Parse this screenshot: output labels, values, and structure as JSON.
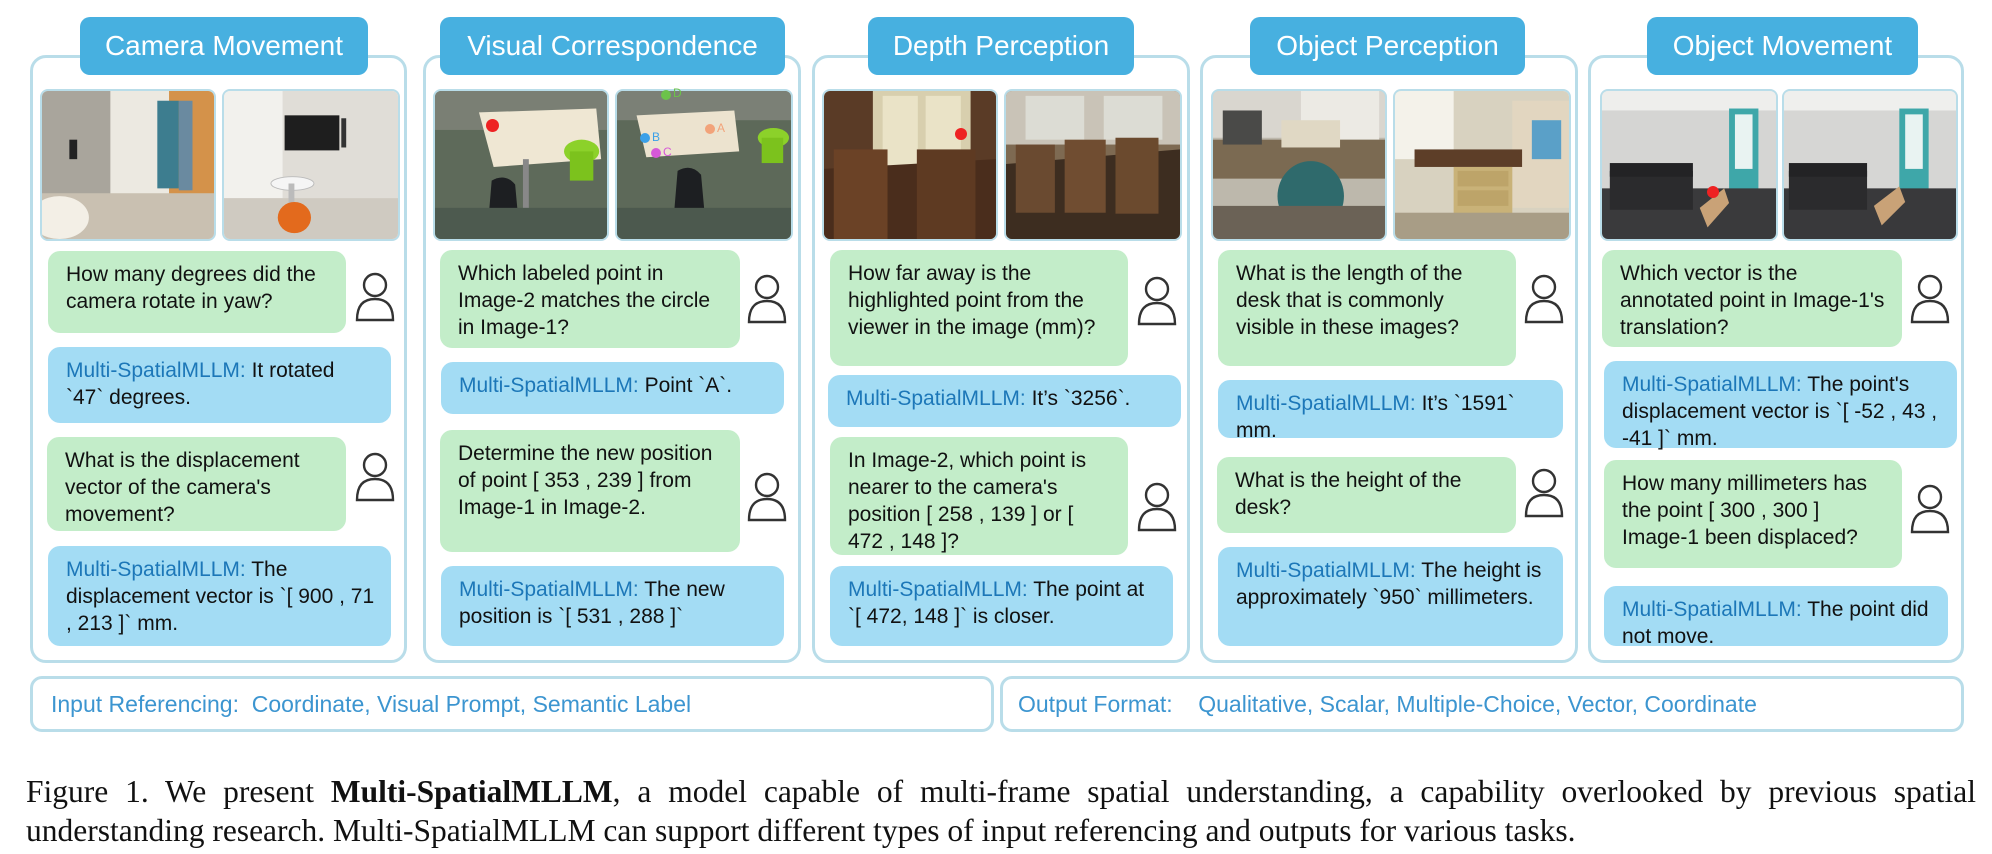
{
  "panels": [
    {
      "title": "Camera Movement",
      "q1": "How many degrees did the camera rotate in yaw?",
      "a1_speaker": "Multi-SpatialMLLM:",
      "a1_text": " It rotated `47` degrees.",
      "q2": "What is the displacement vector of the camera's movement?",
      "a2_speaker": "Multi-SpatialMLLM:",
      "a2_text": " The displacement vector is `[ 900 , 71 , 213 ]` mm."
    },
    {
      "title": "Visual Correspondence",
      "image_labels": [
        "A",
        "B",
        "C",
        "D"
      ],
      "q1": "Which labeled point in Image-2 matches the circle in Image-1?",
      "a1_speaker": "Multi-SpatialMLLM:",
      "a1_text": " Point `A`.",
      "q2": "Determine the new position of point [ 353 , 239 ] from Image-1 in Image-2.",
      "a2_speaker": "Multi-SpatialMLLM:",
      "a2_text": " The new position is `[ 531 , 288 ]`"
    },
    {
      "title": "Depth Perception",
      "q1": "How far away is the highlighted point from the viewer in the image (mm)?",
      "a1_speaker": "Multi-SpatialMLLM:",
      "a1_text": " It’s `3256`.",
      "q2": "In Image-2, which point is nearer to the camera's position [ 258 , 139 ] or [ 472 , 148 ]?",
      "a2_speaker": "Multi-SpatialMLLM:",
      "a2_text": " The point at `[ 472, 148 ]` is closer."
    },
    {
      "title": "Object Perception",
      "q1": "What is the length of the desk that is commonly visible in these images?",
      "a1_speaker": "Multi-SpatialMLLM:",
      "a1_text": " It’s `1591` mm.",
      "q2": "What is the height of the desk?",
      "a2_speaker": "Multi-SpatialMLLM:",
      "a2_text": " The height is approximately `950` millimeters."
    },
    {
      "title": "Object Movement",
      "q1": "Which vector is the annotated point in Image-1's translation?",
      "a1_speaker": "Multi-SpatialMLLM:",
      "a1_text": " The point's displacement vector is `[ -52 , 43 , -41 ]` mm.",
      "q2": "How many millimeters has the point [ 300 , 300 ] Image-1 been displaced?",
      "a2_speaker": "Multi-SpatialMLLM:",
      "a2_text": " The point did not move."
    }
  ],
  "bottom": {
    "input_label": "Input Referencing:",
    "input_values": "Coordinate, Visual Prompt, Semantic Label",
    "output_label": "Output Format:",
    "output_values": "Qualitative, Scalar, Multiple-Choice, Vector, Coordinate"
  },
  "caption": {
    "prefix": "Figure 1.  We present ",
    "bold": "Multi-SpatialMLLM",
    "rest": ", a model capable of multi-frame spatial understanding, a capability overlooked by previous spatial understanding research. Multi-SpatialMLLM can support different types of input referencing and outputs for various tasks."
  },
  "colors": {
    "title_bg": "#47b0e0",
    "question_bg": "#c3edc9",
    "answer_bg": "#a3dcf4",
    "speaker": "#1c77b8",
    "border": "#b9dde9",
    "bottom_text": "#3c95d0"
  }
}
